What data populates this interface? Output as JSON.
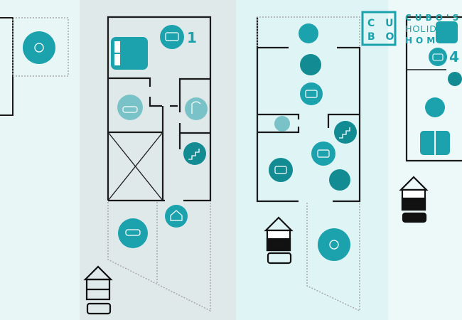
{
  "colors": {
    "teal": "#1ba2ad",
    "dark_teal": "#138b92",
    "light_teal": "#79c3c8",
    "wall": "#1a1a1a",
    "bg1": "#e9f6f6",
    "bg2": "#dfe9ea",
    "bg3": "#dff4f5",
    "bg4": "#edf8f8"
  },
  "plan": {
    "bedroom_1_label": "1",
    "bedroom_4_label": "4"
  },
  "logo": {
    "box_line1": "C U",
    "box_line2": "B O",
    "text_line1": "CUBO'S",
    "text_line2": "HOLIDAY",
    "text_line3": "HOMES"
  }
}
